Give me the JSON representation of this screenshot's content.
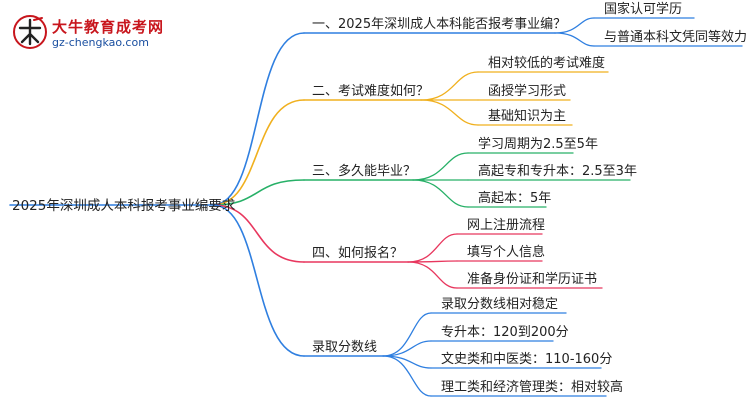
{
  "logo": {
    "title": "大牛教育成考网",
    "url": "gz-chengkao.com"
  },
  "root": "2025年深圳成人本科报考事业编要求",
  "branches": [
    {
      "label": "一、2025年深圳成人本科能否报考事业编？",
      "color": "#2f7fe0",
      "children": [
        "国家认可学历",
        "与普通本科文凭同等效力"
      ]
    },
    {
      "label": "二、考试难度如何？",
      "color": "#f0b01e",
      "children": [
        "相对较低的考试难度",
        "函授学习形式",
        "基础知识为主"
      ]
    },
    {
      "label": "三、多久能毕业？",
      "color": "#27b067",
      "children": [
        "学习周期为2.5至5年",
        "高起专和专升本：2.5至3年",
        "高起本：5年"
      ]
    },
    {
      "label": "四、如何报名？",
      "color": "#e8375e",
      "children": [
        "网上注册流程",
        "填写个人信息",
        "准备身份证和学历证书"
      ]
    },
    {
      "label": "录取分数线",
      "color": "#2f7fe0",
      "children": [
        "录取分数线相对稳定",
        "专升本：120到200分",
        "文史类和中医类：110-160分",
        "理工类和经济管理类：相对较高"
      ]
    }
  ]
}
